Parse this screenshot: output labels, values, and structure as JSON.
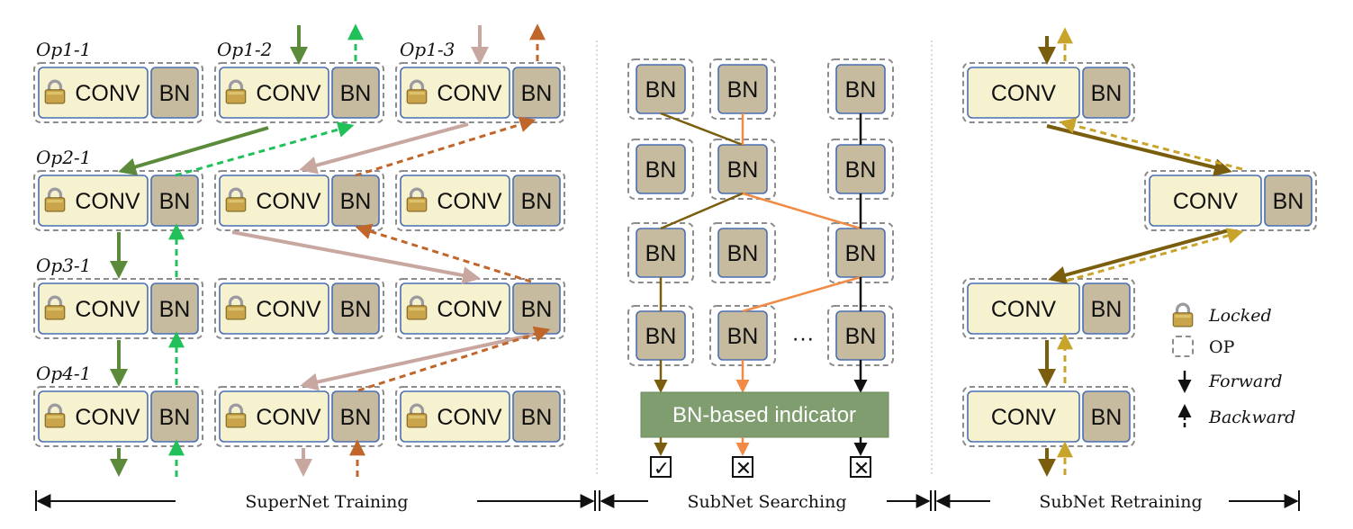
{
  "labels": {
    "conv": "CONV",
    "bn": "BN",
    "op1_1": "Op1-1",
    "op1_2": "Op1-2",
    "op1_3": "Op1-3",
    "op2_1": "Op2-1",
    "op3_1": "Op3-1",
    "op4_1": "Op4-1",
    "indicator": "BN-based indicator",
    "ellipsis": "···"
  },
  "sections": {
    "training": "SuperNet Training",
    "searching": "SubNet Searching",
    "retraining": "SubNet Retraining"
  },
  "legend": {
    "locked": "Locked",
    "op": "OP",
    "forward": "Forward",
    "backward": "Backward"
  },
  "results": {
    "check": "✓",
    "cross": "✕"
  },
  "colors": {
    "green": "#5a8a3a",
    "green_dash": "#21c15a",
    "pink": "#c8a7a0",
    "orange_dash": "#c0662a",
    "olive": "#7a5e0e",
    "olive_dash": "#c9a42a",
    "orange": "#f08a45",
    "indicator": "#7f9d6e"
  }
}
